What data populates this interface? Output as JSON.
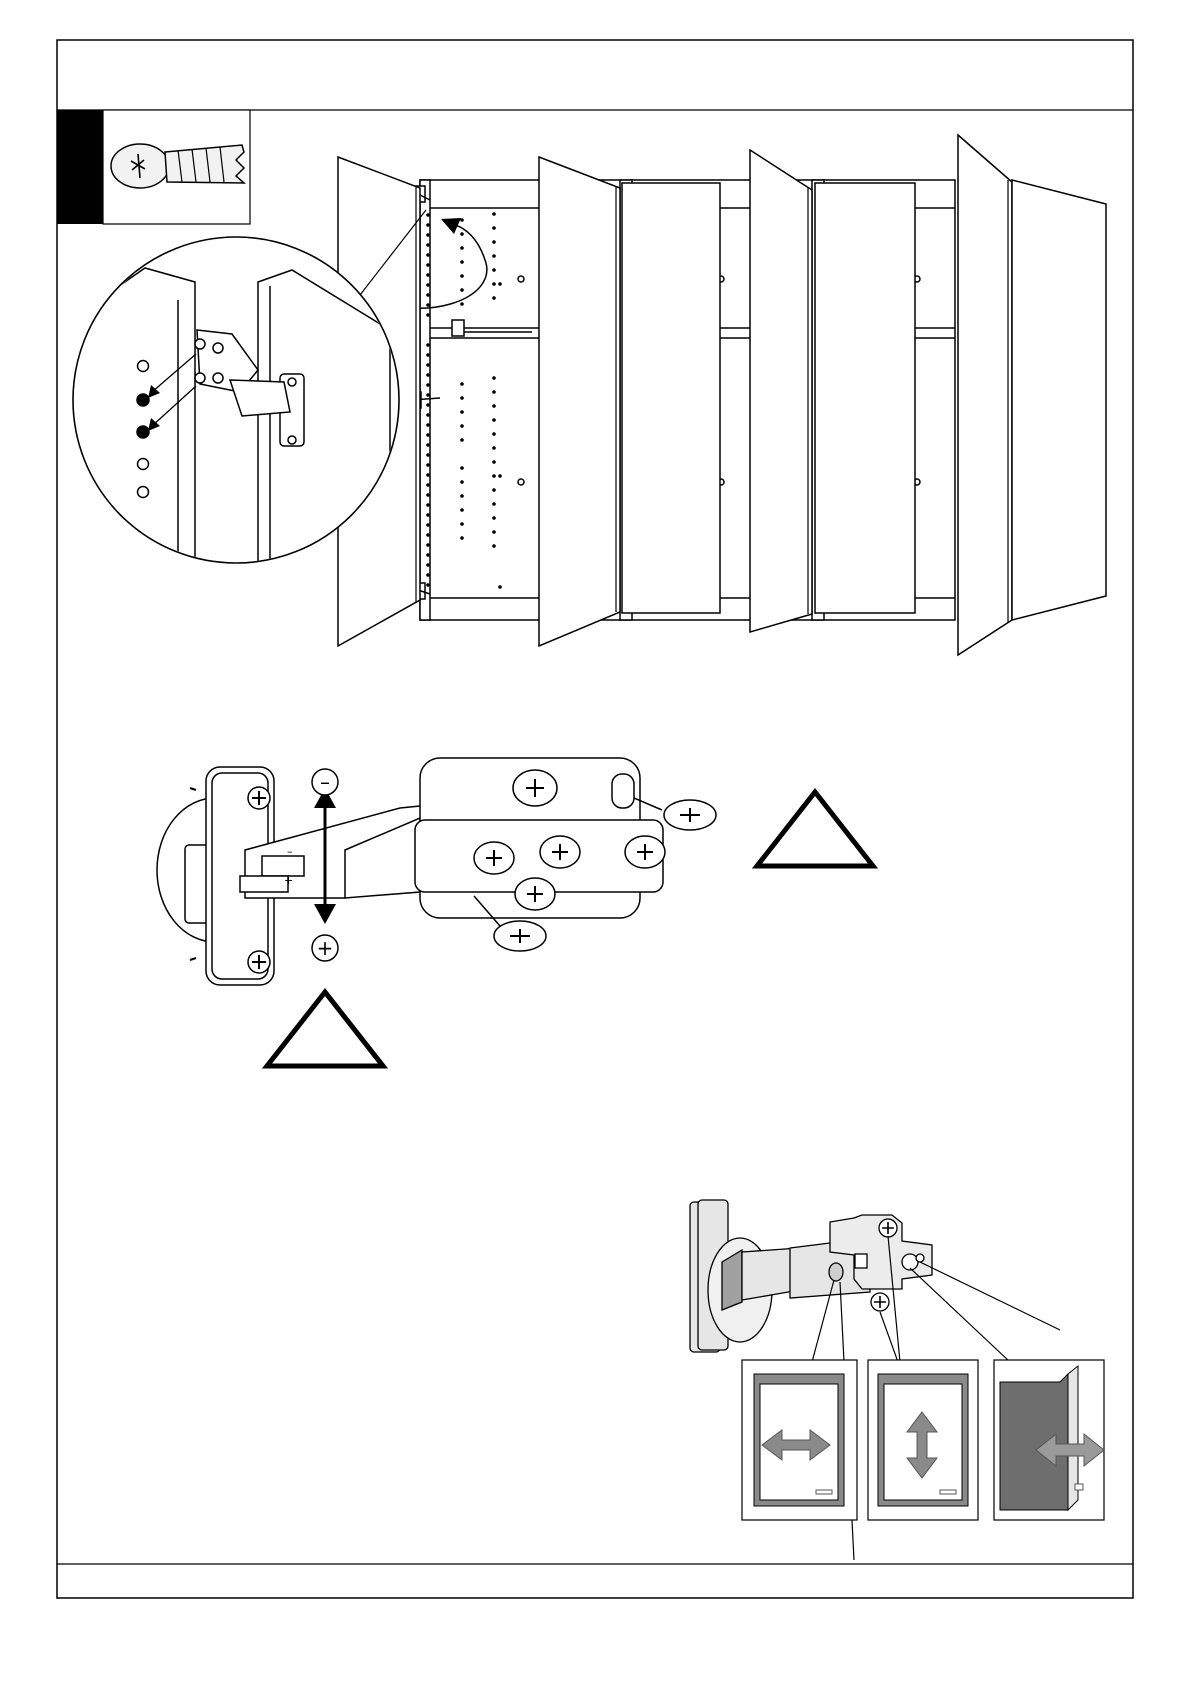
{
  "document": {
    "kind": "assembly-instruction-sheet",
    "header_text": "",
    "footer_text": ""
  },
  "step": {
    "number_label": "",
    "part_icon": "pan-head-screw-icon"
  },
  "hinge_adjust": {
    "minus_label": "–",
    "plus_label": "+",
    "inner_minus": "–",
    "inner_plus": "+"
  },
  "warnings": {
    "icon": "warning-triangle-icon",
    "text_top_right": "",
    "text_bottom_left": ""
  },
  "adjustment_panels": [
    {
      "name": "side-adjust",
      "icon": "horizontal-double-arrow-icon"
    },
    {
      "name": "height-adjust",
      "icon": "vertical-double-arrow-icon"
    },
    {
      "name": "depth-adjust",
      "icon": "depth-double-arrow-icon"
    }
  ],
  "colors": {
    "line": "#000000",
    "panel_gray": "#8a8a8a",
    "dark_gray": "#6e6e6e",
    "light_gray": "#d9d9d9"
  }
}
